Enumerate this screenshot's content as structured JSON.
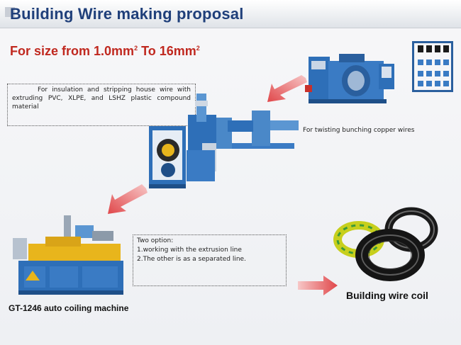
{
  "header": {
    "title": "Building Wire making proposal",
    "subtitle_prefix": "For size from 1.0mm",
    "subtitle_sup1": "2",
    "subtitle_mid": " To 16mm",
    "subtitle_sup2": "2"
  },
  "insulation_note": "For insulation and stripping house wire with extruding PVC, XLPE, and LSHZ plastic compound material",
  "twisting_label": "For twisting bunching copper wires",
  "options": {
    "heading": "Two option:",
    "item1": "1.working with the extrusion line",
    "item2": "2.The other is as a separated line."
  },
  "coiling_machine_label": "GT-1246 auto coiling machine",
  "coil_label": "Building wire coil",
  "colors": {
    "title": "#1f3f7a",
    "subtitle": "#c0281f",
    "arrow": "#e0474a",
    "machine_blue": "#2e6fb8",
    "machine_yellow": "#e8b51c"
  }
}
